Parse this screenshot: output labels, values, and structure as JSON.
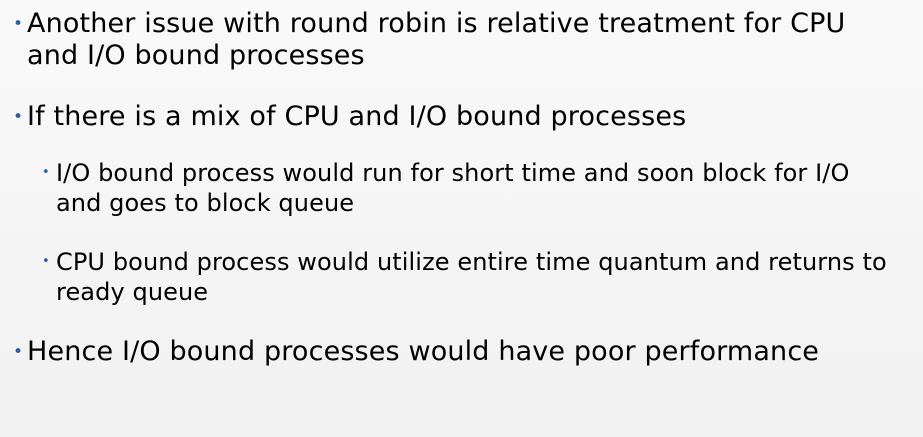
{
  "slide": {
    "bullets": [
      {
        "level": 1,
        "text": "Another issue with round robin is relative treatment for CPU and I/O bound processes"
      },
      {
        "level": 1,
        "text": "If there is a mix of CPU and I/O bound processes"
      },
      {
        "level": 2,
        "text": "I/O bound process would run for short time and soon block for I/O and goes to block queue"
      },
      {
        "level": 2,
        "text": "CPU bound process would utilize entire time quantum and returns to ready queue"
      },
      {
        "level": 1,
        "text": "Hence I/O bound processes would have poor performance"
      }
    ],
    "bullet_symbol": "•",
    "bullet_color": "#2a5f9e"
  }
}
